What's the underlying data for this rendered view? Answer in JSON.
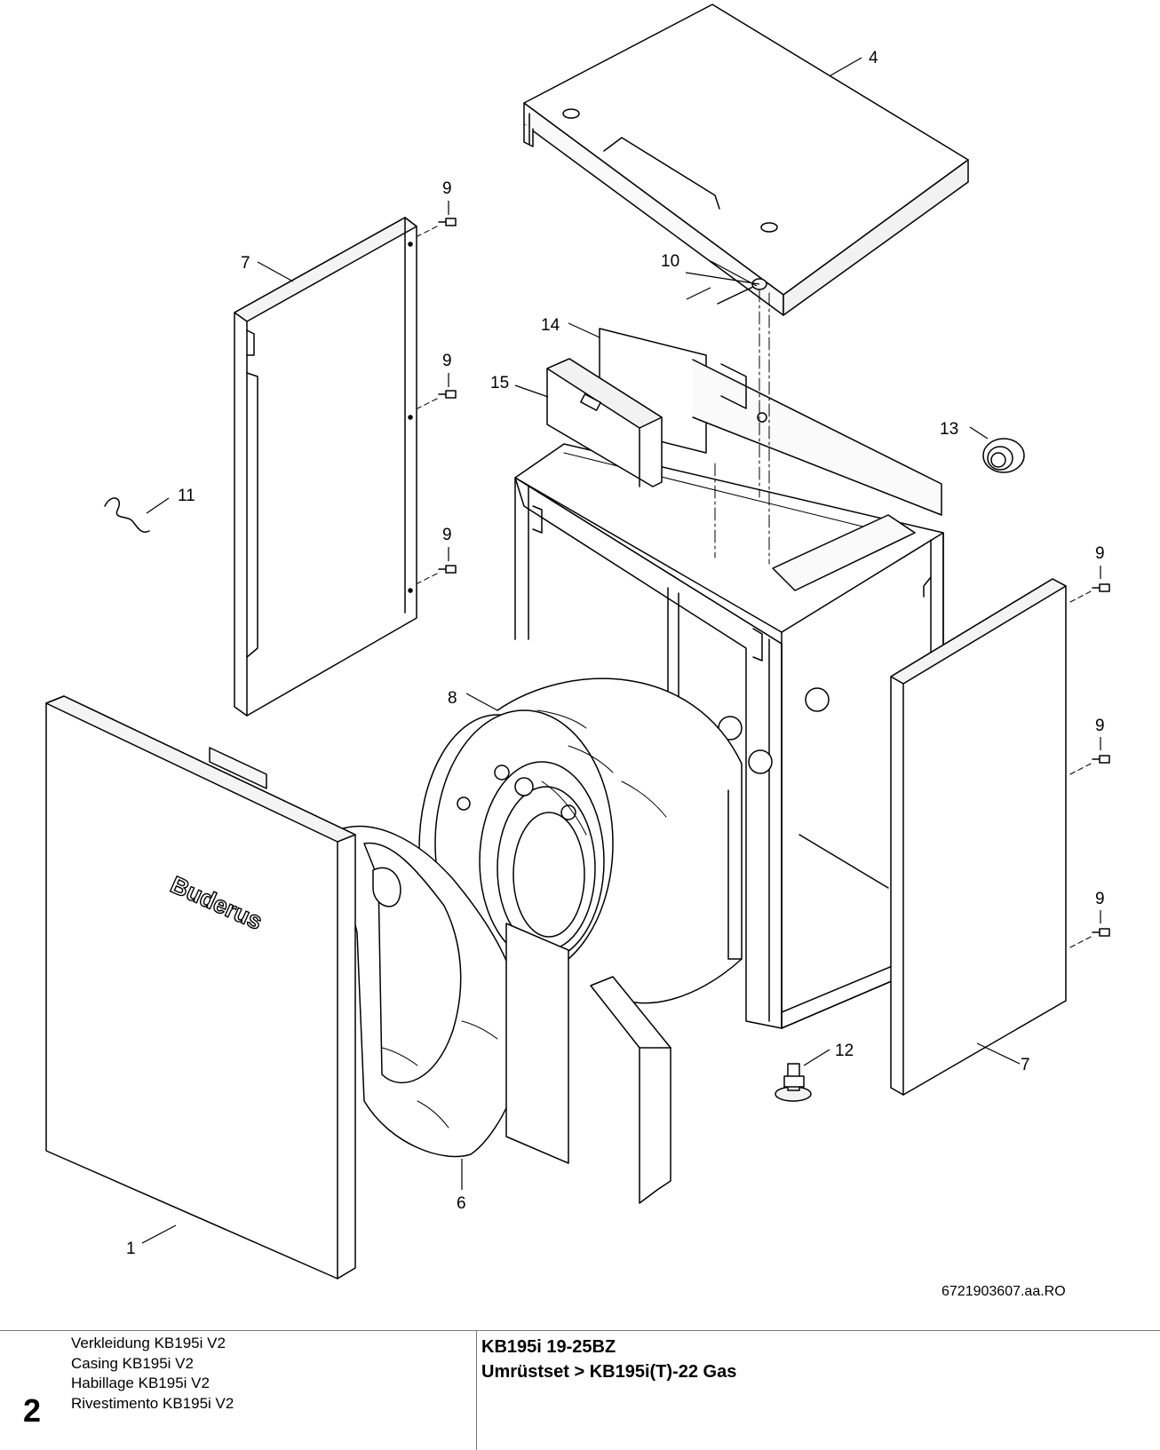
{
  "drawing": {
    "brand_logo_text": "Buderus",
    "callouts": {
      "c1": "1",
      "c4": "4",
      "c6": "6",
      "c7a": "7",
      "c7b": "7",
      "c8": "8",
      "c9a": "9",
      "c9b": "9",
      "c9c": "9",
      "c9d": "9",
      "c9e": "9",
      "c9f": "9",
      "c10": "10",
      "c11": "11",
      "c12": "12",
      "c13": "13",
      "c14": "14",
      "c15": "15"
    },
    "reference_number": "6721903607.aa.RO"
  },
  "footer": {
    "page_number": "2",
    "descriptions": [
      "Verkleidung KB195i V2",
      "Casing KB195i V2",
      "Habillage KB195i V2",
      "Rivestimento KB195i V2"
    ],
    "model_line1": "KB195i 19-25BZ",
    "model_line2": "Umrüstset > KB195i(T)-22 Gas"
  }
}
